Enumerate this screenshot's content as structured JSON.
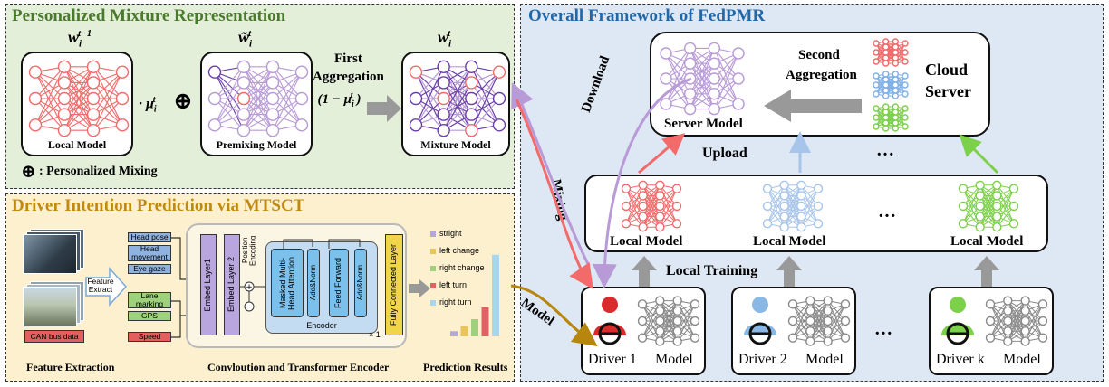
{
  "panels": {
    "pmr": {
      "title": "Personalized Mixture Representation",
      "bg": "#e4efda",
      "title_color": "#4a7a2c"
    },
    "dip": {
      "title": "Driver Intention Prediction via MTSCT",
      "bg": "#fdf0cf",
      "title_color": "#c08a0e"
    },
    "fw": {
      "title": "Overall Framework of FedPMR",
      "bg": "#dde8f4",
      "title_color": "#2268a8"
    }
  },
  "pmr": {
    "w_prev": "w",
    "w_prev_sub": "i",
    "w_prev_sup": "t−1",
    "w_tilde": "w̃",
    "w_tilde_sub": "i",
    "w_tilde_sup": "t",
    "w_t": "w",
    "w_t_sub": "i",
    "w_t_sup": "t",
    "local_model": "Local Model",
    "premixing_model": "Premixing Model",
    "mixture_model": "Mixture Model",
    "mu_mult": "· μ",
    "mu_sub": "i",
    "mu_sup": "t",
    "oplus": "⊕",
    "first_agg_1": "First",
    "first_agg_2": "Aggregation",
    "one_minus_mu": "· (1 − μ",
    "close_paren": ")",
    "legend": ": Personalized Mixing"
  },
  "dip": {
    "features": [
      "Head pose",
      "Head movement",
      "Eye gaze",
      "Lane marking",
      "GPS",
      "Speed"
    ],
    "can_bus": "CAN bus data",
    "feature_extract": "Feature Extract",
    "embed1": "Embed Layer1",
    "embed2": "Embed Layer 2",
    "pos_enc": "Position Encoding",
    "mha": "Masked Multi-Head Attention",
    "addnorm1": "Add&Norm",
    "ff": "Feed Forward",
    "addnorm2": "Add&Norm",
    "encoder": "Encoder",
    "times": "× 1",
    "fc": "Fully Connected Layer",
    "footer_left": "Feature Extraction",
    "footer_mid": "Convloution and Transformer Encoder",
    "footer_right": "Prediction Results"
  },
  "chart_data": {
    "type": "bar",
    "categories": [
      "stright",
      "left change",
      "right change",
      "left turn",
      "right turn"
    ],
    "values": [
      0.06,
      0.12,
      0.2,
      0.34,
      0.95
    ],
    "colors": [
      "#b4a6d8",
      "#e8c45a",
      "#9fd07e",
      "#e06262",
      "#a9d6ef"
    ]
  },
  "fw": {
    "server_model": "Server Model",
    "second_agg_1": "Second",
    "second_agg_2": "Aggregation",
    "cloud_1": "Cloud",
    "cloud_2": "Server",
    "upload": "Upload",
    "ellipsis": "…",
    "local_model": "Local Model",
    "local_training": "Local Training",
    "download": "Download",
    "mixing": "Mixing",
    "model": "Model",
    "drivers": [
      {
        "name": "Driver 1",
        "model": "Model"
      },
      {
        "name": "Driver 2",
        "model": "Model"
      },
      {
        "name": "Driver k",
        "model": "Model"
      }
    ]
  },
  "colors": {
    "red": "#f26a6a",
    "purple": "#b89ad6",
    "deep_purple": "#6a3fa8",
    "blue": "#a7c4ea",
    "green": "#7cd04a",
    "gray_net": "#888888"
  }
}
